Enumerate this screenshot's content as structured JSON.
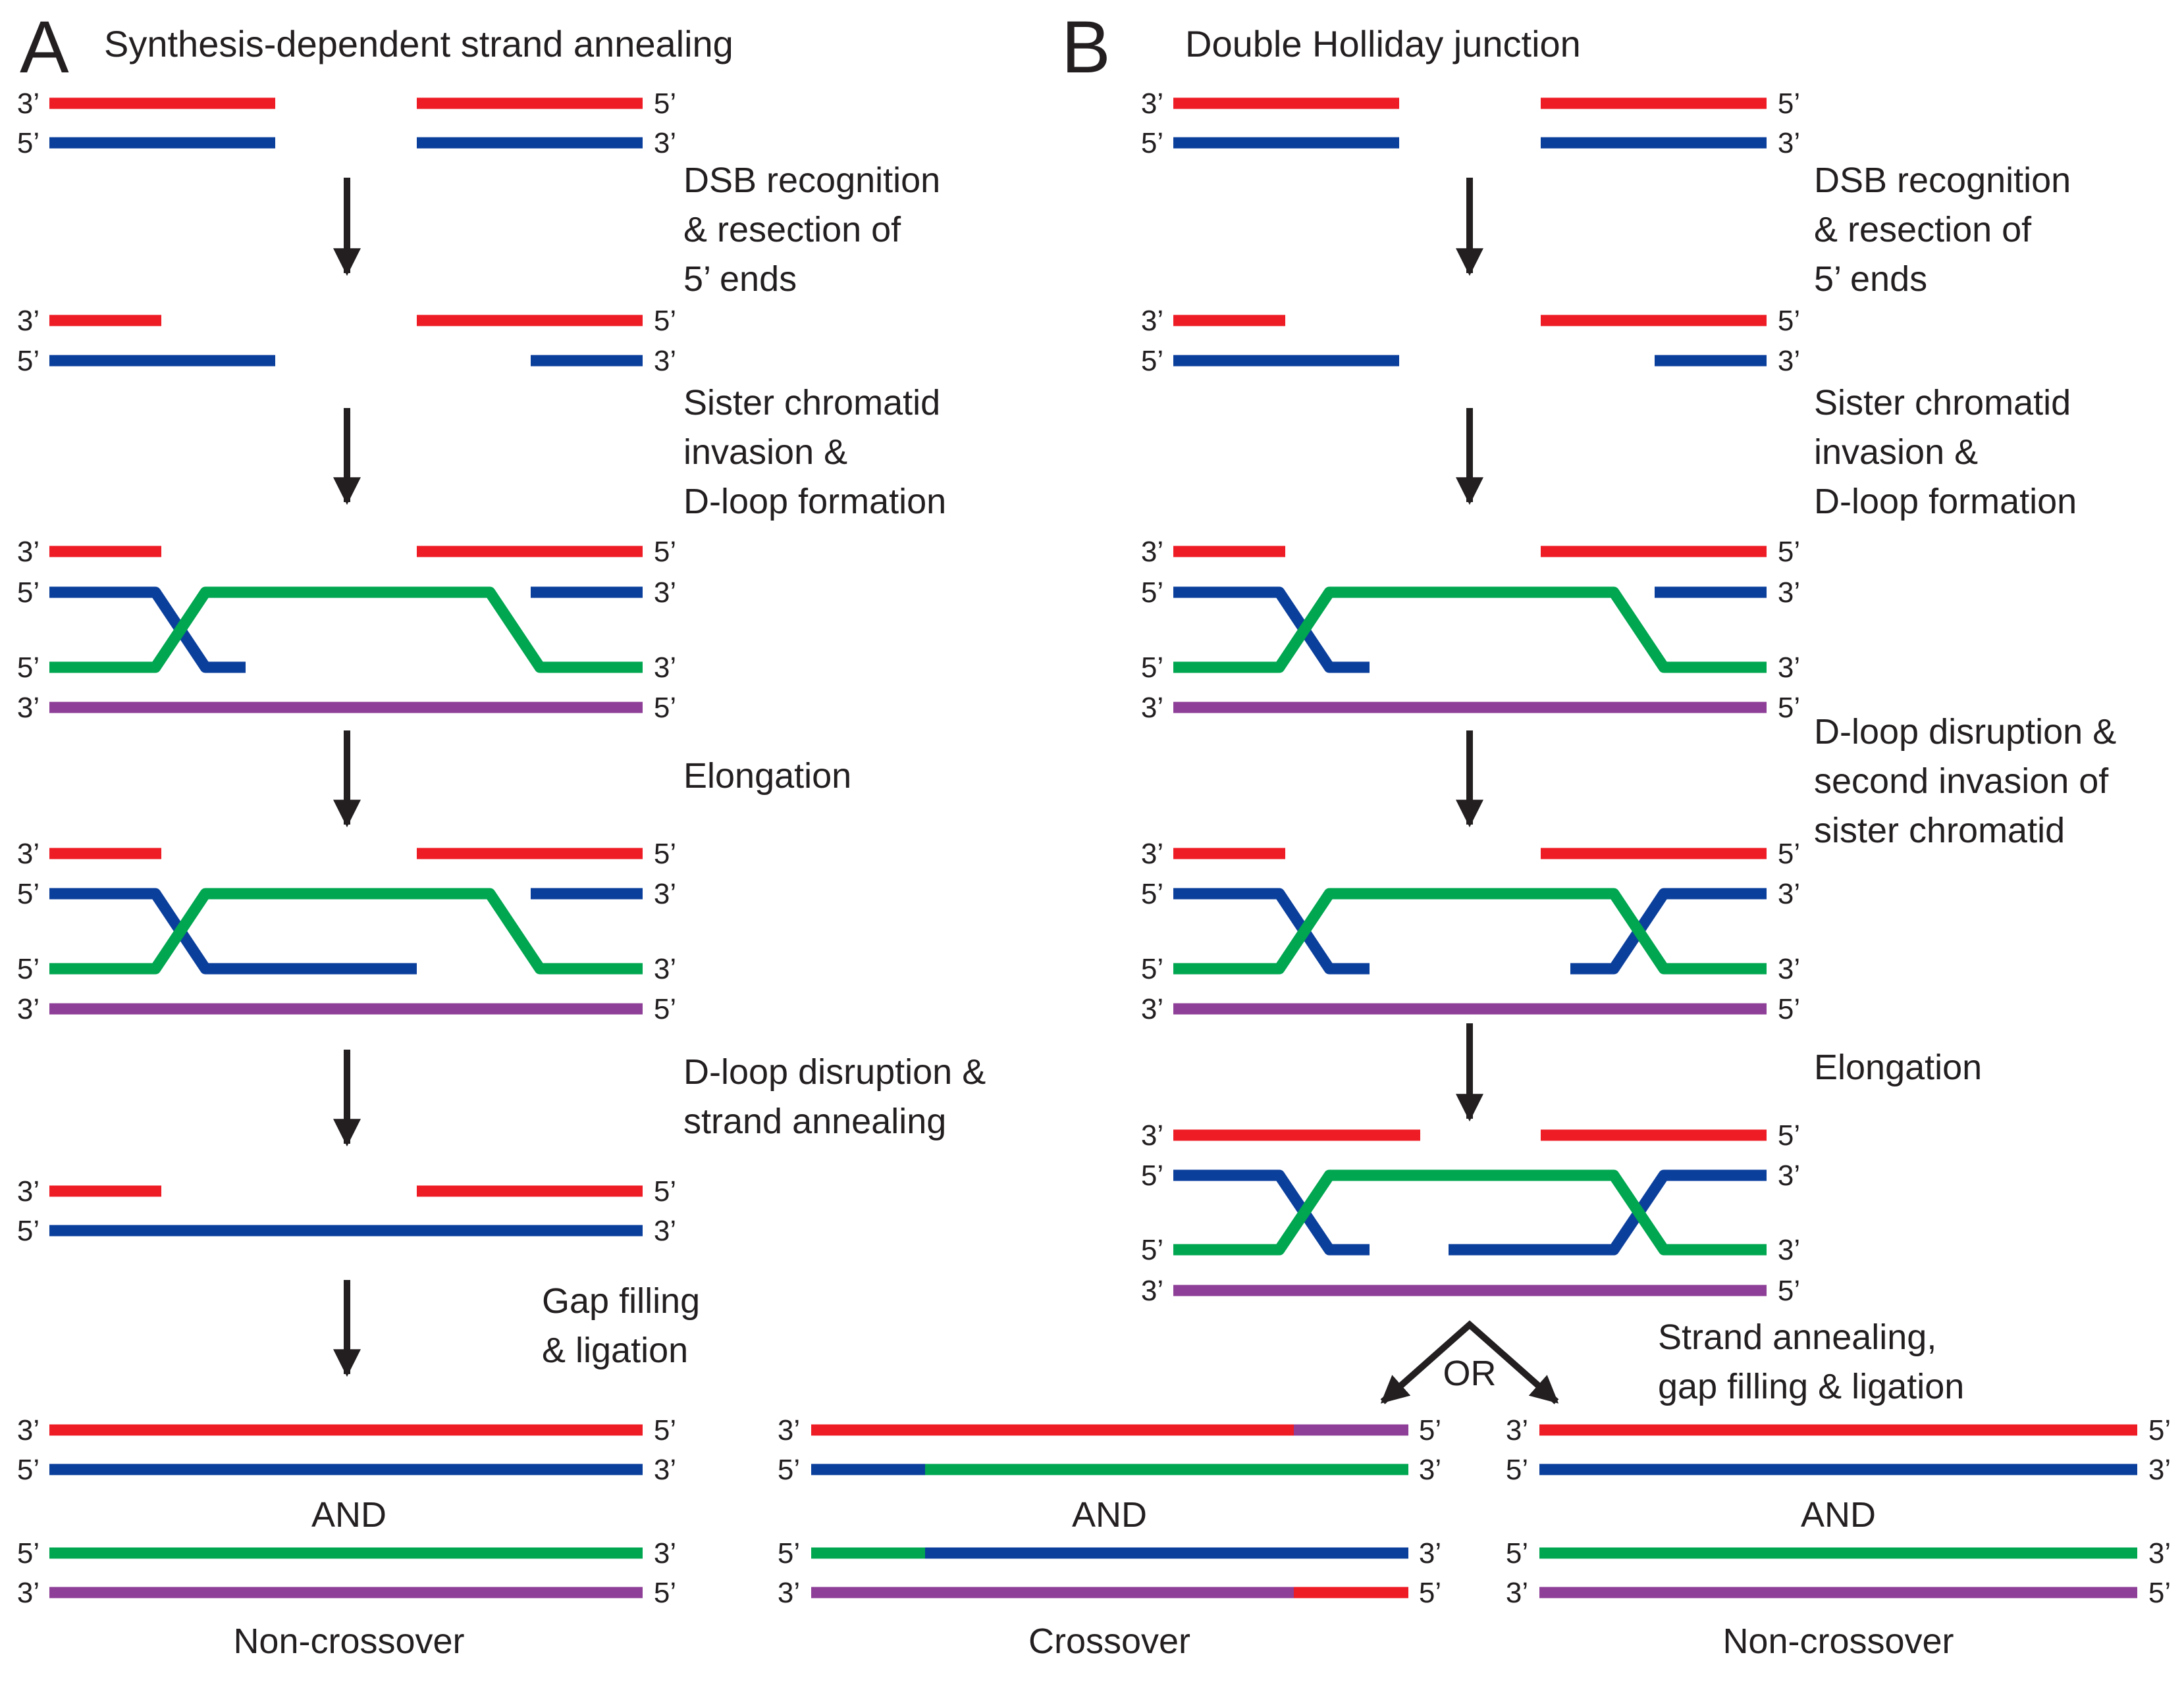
{
  "colors": {
    "red": "#ee1c25",
    "blue": "#0b3f9c",
    "green": "#00a650",
    "purple": "#8e3f97",
    "arrow": "#231f20",
    "text": "#231f20"
  },
  "end_labels": {
    "three_prime": "3’",
    "five_prime": "5’"
  },
  "panel_a": {
    "letter": "A",
    "title": "Synthesis-dependent strand annealing",
    "steps": [
      [
        "DSB recognition",
        "& resection of",
        "5’ ends"
      ],
      [
        "Sister chromatid",
        "invasion &",
        "D-loop formation"
      ],
      [
        "Elongation"
      ],
      [
        "D-loop disruption &",
        "strand annealing"
      ],
      [
        "Gap filling",
        "& ligation"
      ]
    ],
    "and_label": "AND",
    "outcome": "Non-crossover"
  },
  "panel_b": {
    "letter": "B",
    "title": "Double Holliday junction",
    "steps": [
      [
        "DSB recognition",
        "& resection of",
        "5’ ends"
      ],
      [
        "Sister chromatid",
        "invasion &",
        "D-loop formation"
      ],
      [
        "D-loop disruption &",
        "second invasion of",
        "sister chromatid"
      ],
      [
        "Elongation"
      ],
      [
        "Strand annealing,",
        "gap filling & ligation"
      ]
    ],
    "or_label": "OR",
    "and_label_crossover": "AND",
    "and_label_noncrossover": "AND",
    "outcome_crossover": "Crossover",
    "outcome_noncrossover": "Non-crossover"
  },
  "icons": [
    "arrow-down-icon",
    "fork-arrow-icon"
  ]
}
